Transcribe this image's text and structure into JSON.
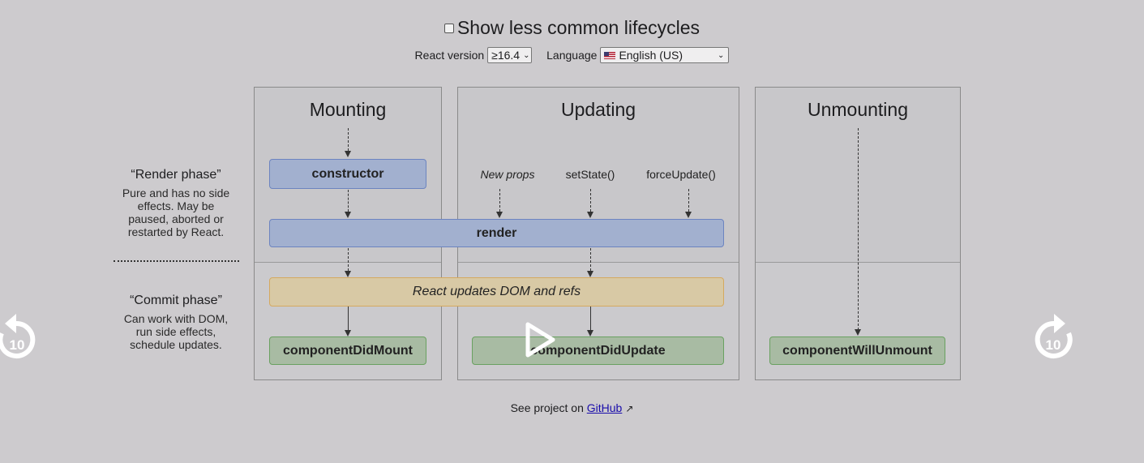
{
  "header": {
    "toggle_label": "Show less common lifecycles",
    "version_label": "React version",
    "version_value": "≥16.4",
    "language_label": "Language",
    "language_value": "English (US)"
  },
  "phases": {
    "render_title": "“Render phase”",
    "render_desc": [
      "Pure and has no side",
      "effects. May be",
      "paused, aborted or",
      "restarted by React."
    ],
    "commit_title": "“Commit phase”",
    "commit_desc": [
      "Can work with DOM,",
      "run side effects,",
      "schedule updates."
    ]
  },
  "columns": {
    "mounting": "Mounting",
    "updating": "Updating",
    "unmounting": "Unmounting"
  },
  "triggers": {
    "new_props": "New props",
    "set_state": "setState()",
    "force_update": "forceUpdate()"
  },
  "boxes": {
    "constructor": "constructor",
    "render": "render",
    "react_updates": "React updates DOM and refs",
    "did_mount": "componentDidMount",
    "did_update": "componentDidUpdate",
    "will_unmount": "componentWillUnmount"
  },
  "footer": {
    "prefix": "See project on ",
    "link": "GitHub"
  },
  "video": {
    "rewind_seconds": "10",
    "forward_seconds": "10"
  },
  "colors": {
    "background": "#cdcbce",
    "blue_box": "#a2b0cf",
    "green_box": "#a8bba3",
    "tan_box": "#d8c9a5"
  }
}
